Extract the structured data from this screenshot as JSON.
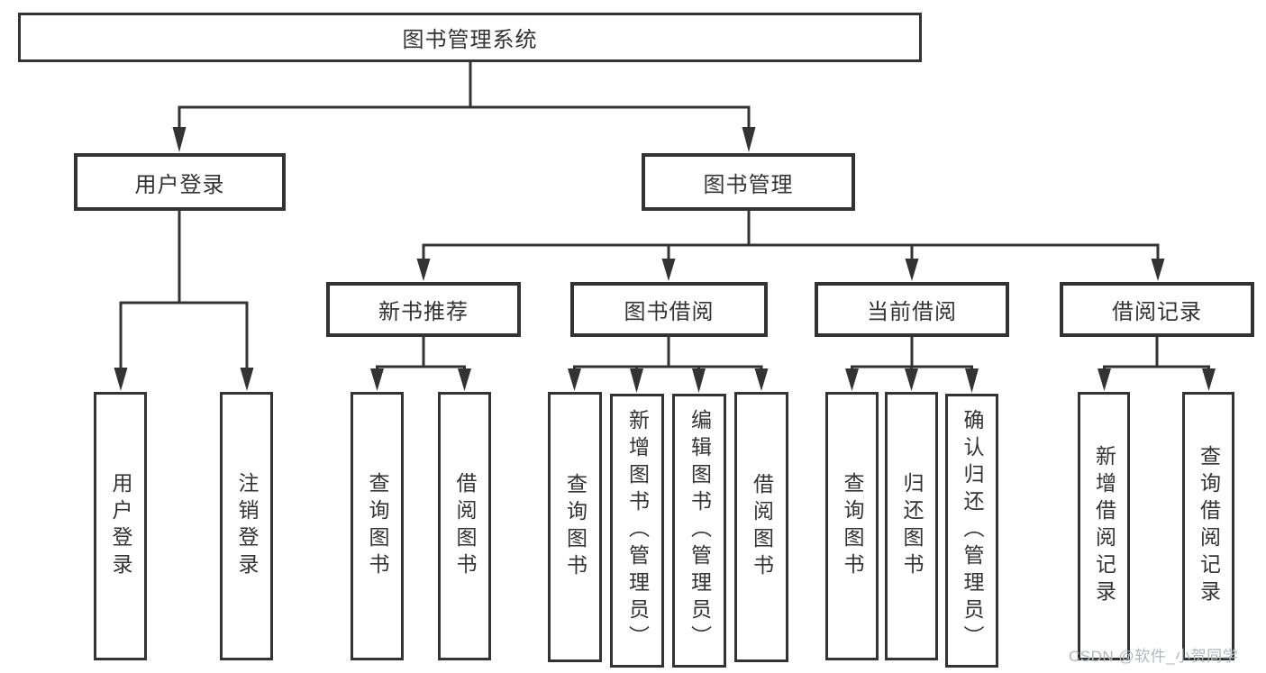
{
  "diagram": {
    "type": "hierarchy-tree",
    "line_color": "#333333",
    "box_background": "#ffffff",
    "text_color": "#333333",
    "watermark": {
      "text": "CSDN @软件_小贺同学",
      "color": "#b2b6bc"
    },
    "tree": {
      "label": "图书管理系统",
      "children": [
        {
          "label": "用户登录",
          "children": [
            {
              "label": "用户登录"
            },
            {
              "label": "注销登录"
            }
          ]
        },
        {
          "label": "图书管理",
          "children": [
            {
              "label": "新书推荐",
              "children": [
                {
                  "label": "查询图书"
                },
                {
                  "label": "借阅图书"
                }
              ]
            },
            {
              "label": "图书借阅",
              "children": [
                {
                  "label": "查询图书"
                },
                {
                  "label": "新增图书（管理员）"
                },
                {
                  "label": "编辑图书（管理员）"
                },
                {
                  "label": "借阅图书"
                }
              ]
            },
            {
              "label": "当前借阅",
              "children": [
                {
                  "label": "查询图书"
                },
                {
                  "label": "归还图书"
                },
                {
                  "label": "确认归还（管理员）"
                }
              ]
            },
            {
              "label": "借阅记录",
              "children": [
                {
                  "label": "新增借阅记录"
                },
                {
                  "label": "查询借阅记录"
                }
              ]
            }
          ]
        }
      ]
    }
  }
}
